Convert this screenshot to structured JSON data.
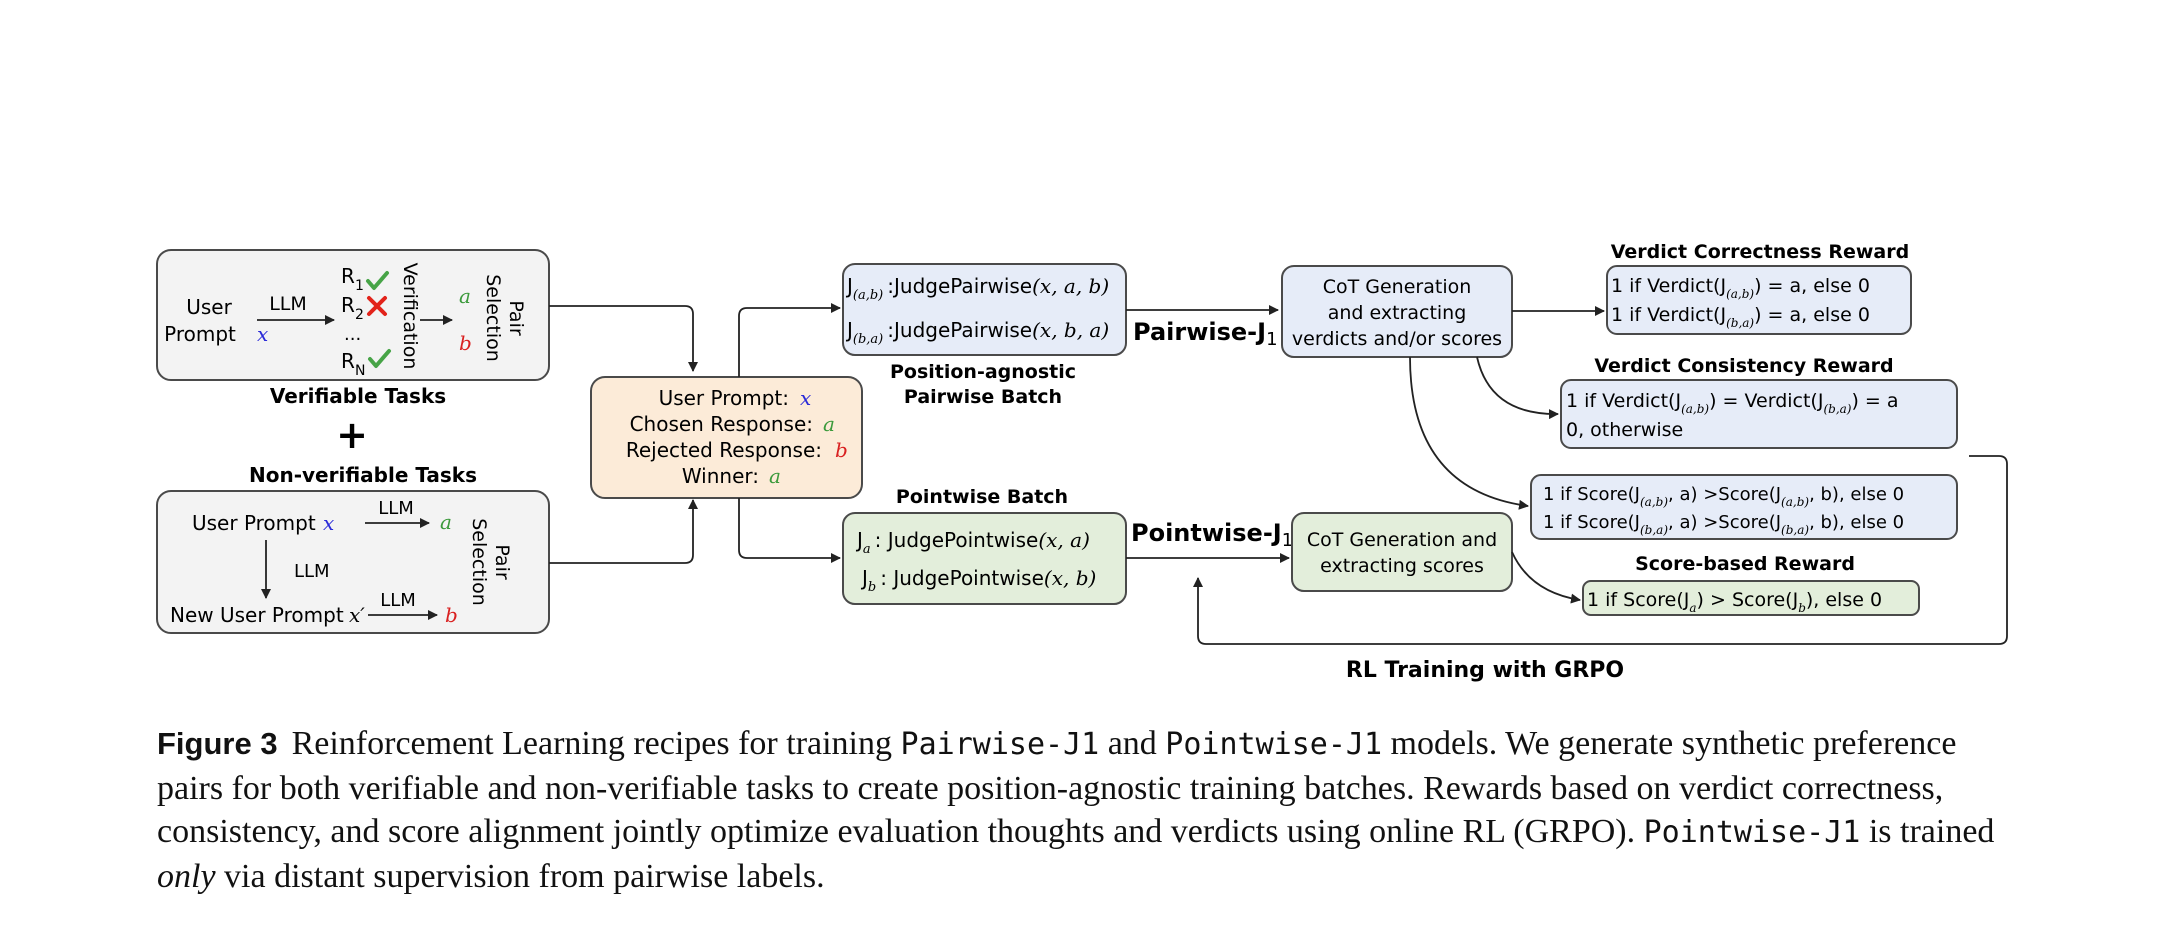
{
  "colors": {
    "gray_fill": "#f3f3f3",
    "blue_fill": "#e6ecf8",
    "green_fill": "#e3eedb",
    "orange_fill": "#fcebd8",
    "box_stroke": "#4a4a4a",
    "check_green": "#47a447",
    "cross_red": "#e2231a",
    "var_blue": "#2a2ad8",
    "var_green": "#3c9a3c",
    "var_red": "#d92020"
  },
  "icons": [
    "check-icon",
    "cross-icon",
    "plus-icon",
    "arrow-icon"
  ],
  "verifiable": {
    "user": "User",
    "prompt": "Prompt",
    "x": "x",
    "llm": "LLM",
    "r1": "R",
    "r1_sub": "1",
    "r2": "R",
    "r2_sub": "2",
    "dots": "...",
    "rn": "R",
    "rn_sub": "N",
    "verification": "Verification",
    "a": "a",
    "b": "b",
    "pair_selection_1": "Pair",
    "pair_selection_2": "Selection",
    "title": "Verifiable Tasks"
  },
  "plus": "+",
  "nonverifiable": {
    "title": "Non-verifiable Tasks",
    "user_prompt": "User Prompt",
    "x": "x",
    "llm_top": "LLM",
    "a": "a",
    "llm_mid": "LLM",
    "new_user_prompt": "New User Prompt",
    "x_prime": "x′",
    "llm_bottom": "LLM",
    "b": "b",
    "pair_selection_1": "Pair",
    "pair_selection_2": "Selection"
  },
  "center": {
    "user_prompt": "User Prompt:",
    "x": "x",
    "chosen": "Chosen Response:",
    "a": "a",
    "rejected": "Rejected Response:",
    "b": "b",
    "winner": "Winner:",
    "winner_val": "a"
  },
  "pairwise_batch": {
    "line1_j": "J",
    "line1_sub": "(a,b)",
    "line1_text": ":JudgePairwise",
    "line1_args": "(x, a, b)",
    "line2_j": "J",
    "line2_sub": "(b,a)",
    "line2_text": ":JudgePairwise",
    "line2_args": "(x, b, a)",
    "caption1": "Position-agnostic",
    "caption2": "Pairwise Batch"
  },
  "pointwise_batch": {
    "title": "Pointwise Batch",
    "line1_j": "J",
    "line1_sub": "a",
    "line1_text": ": JudgePointwise",
    "line1_args": "(x, a)",
    "line2_j": "J",
    "line2_sub": "b",
    "line2_text": ": JudgePointwise",
    "line2_args": "(x, b)"
  },
  "pairwise_j1": {
    "label": "Pairwise-J",
    "sub": "1"
  },
  "pointwise_j1": {
    "label": "Pointwise-J",
    "sub": "1"
  },
  "cot_pairwise": {
    "line1": "CoT Generation",
    "line2": "and extracting",
    "line3": "verdicts and/or scores"
  },
  "cot_pointwise": {
    "line1": "CoT Generation and",
    "line2": "extracting scores"
  },
  "verdict_correctness": {
    "title": "Verdict Correctness Reward",
    "line1_a": "1 if Verdict(J",
    "line1_sub": "(a,b)",
    "line1_b": ") = a, else 0",
    "line2_a": "1 if Verdict(J",
    "line2_sub": "(b,a)",
    "line2_b": ") = a, else 0"
  },
  "verdict_consistency": {
    "title": "Verdict Consistency Reward",
    "line1_a": "1 if Verdict(J",
    "line1_sub1": "(a,b)",
    "line1_b": ") = Verdict(J",
    "line1_sub2": "(b,a)",
    "line1_c": ") = a",
    "line2": "0, otherwise"
  },
  "score_pairwise": {
    "line1_a": "1 if Score(J",
    "line1_sub1": "(a,b)",
    "line1_b": ", a) >Score(J",
    "line1_sub2": "(a,b)",
    "line1_c": ", b), else 0",
    "line2_a": "1 if Score(J",
    "line2_sub1": "(b,a)",
    "line2_b": ", a) >Score(J",
    "line2_sub2": "(b,a)",
    "line2_c": ", b), else 0"
  },
  "score_based": {
    "title": "Score-based Reward",
    "line_a": "1 if Score(J",
    "line_sub1": "a",
    "line_b": ") > Score(J",
    "line_sub2": "b",
    "line_c": "), else 0"
  },
  "rl_training": "RL Training with GRPO",
  "caption": {
    "label": "Figure 3",
    "t1": "Reinforcement Learning recipes for training ",
    "m1": "Pairwise-J1",
    "t2": " and ",
    "m2": "Pointwise-J1",
    "t3": " models. We generate synthetic preference pairs for both verifiable and non-verifiable tasks to create position-agnostic training batches. Rewards based on verdict correctness, consistency, and score alignment jointly optimize evaluation thoughts and verdicts using online RL (GRPO). ",
    "m3": "Pointwise-J1",
    "t4": " is trained ",
    "em": "only",
    "t5": " via distant supervision from pairwise labels."
  }
}
